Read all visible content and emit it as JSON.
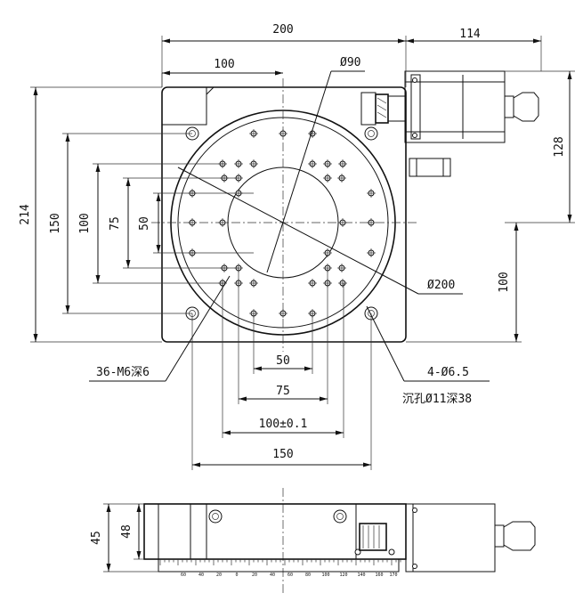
{
  "dims": {
    "top_width": "200",
    "motor_width": "114",
    "inner_width": "100",
    "table_dia": "Ø90",
    "total_height": "214",
    "h150": "150",
    "h100": "100",
    "h75": "75",
    "h50": "50",
    "motor_height": "128",
    "right_100": "100",
    "outer_dia": "Ø200",
    "b50": "50",
    "b75": "75",
    "b100": "100±0.1",
    "b150": "150",
    "side_45": "45",
    "side_48": "48"
  },
  "notes": {
    "tapped_holes": "36-M6深6",
    "mount_holes": "4-Ø6.5",
    "counterbore": "沉孔Ø11深38"
  },
  "scale_labels": [
    "60",
    "40",
    "20",
    "0",
    "20",
    "40",
    "60",
    "80",
    "100",
    "120",
    "140",
    "160",
    "170"
  ]
}
